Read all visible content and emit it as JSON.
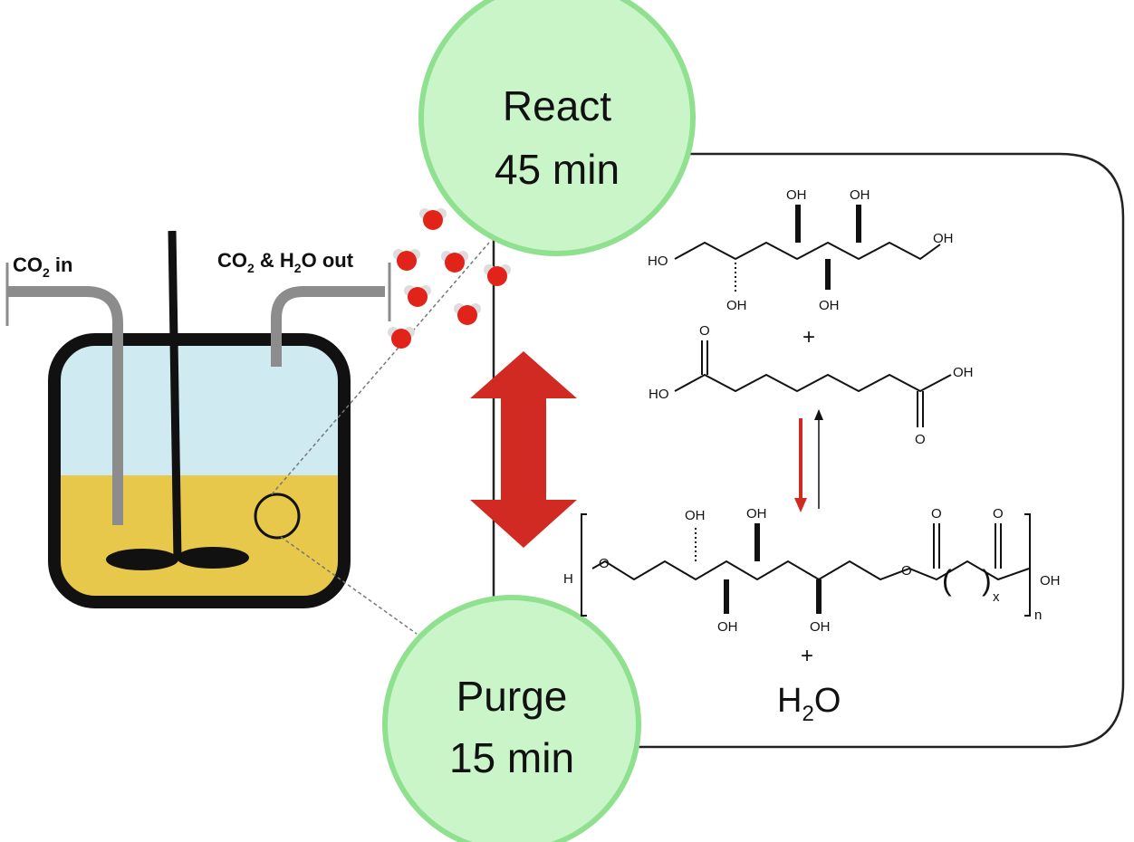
{
  "labels": {
    "co2_in_main": "CO",
    "co2_in_sub": "2",
    "co2_in_rest": " in",
    "out_co": "CO",
    "out_sub1": "2",
    "out_mid": " & H",
    "out_sub2": "2",
    "out_rest": "O out"
  },
  "react": {
    "line1": "React",
    "line2": "45 min"
  },
  "purge": {
    "line1": "Purge",
    "line2": "15 min"
  },
  "chemistry": {
    "oh": "OH",
    "ho": "HO",
    "o": "O",
    "h": "H",
    "plus": "+",
    "x": "x",
    "n": "n",
    "paren_open": "(",
    "paren_close": ")",
    "water_h": "H",
    "water_sub": "2",
    "water_o": "O"
  },
  "colors": {
    "circle_fill": "#c9f5c9",
    "circle_stroke": "#8fe08f",
    "liquid": "#e8c84a",
    "headspace": "#cfeaf0",
    "arrow": "#d12a22",
    "tube": "#8c8c8c"
  }
}
